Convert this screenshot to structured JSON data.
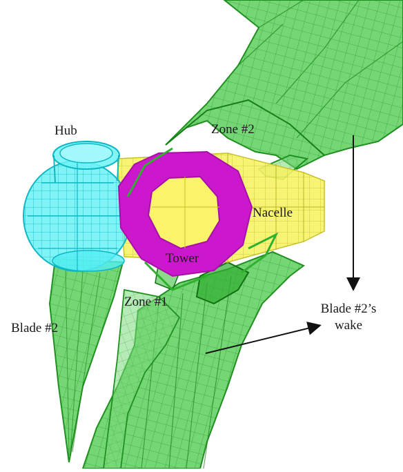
{
  "labels": {
    "hub": "Hub",
    "zone2": "Zone #2",
    "nacelle": "Nacelle",
    "tower": "Tower",
    "zone1": "Zone #1",
    "blade2": "Blade #2",
    "wake_line1": "Blade #2’s",
    "wake_line2": "wake"
  },
  "colors": {
    "blade_wake_green": "#3fbf3f",
    "blade_wake_dark": "#1f8f1f",
    "hub_cyan": "#33e8ee",
    "tower_magenta": "#cc18cc",
    "nacelle_yellow": "#f5f05a",
    "label_text": "#1a1a1a",
    "arrow": "#111111"
  }
}
